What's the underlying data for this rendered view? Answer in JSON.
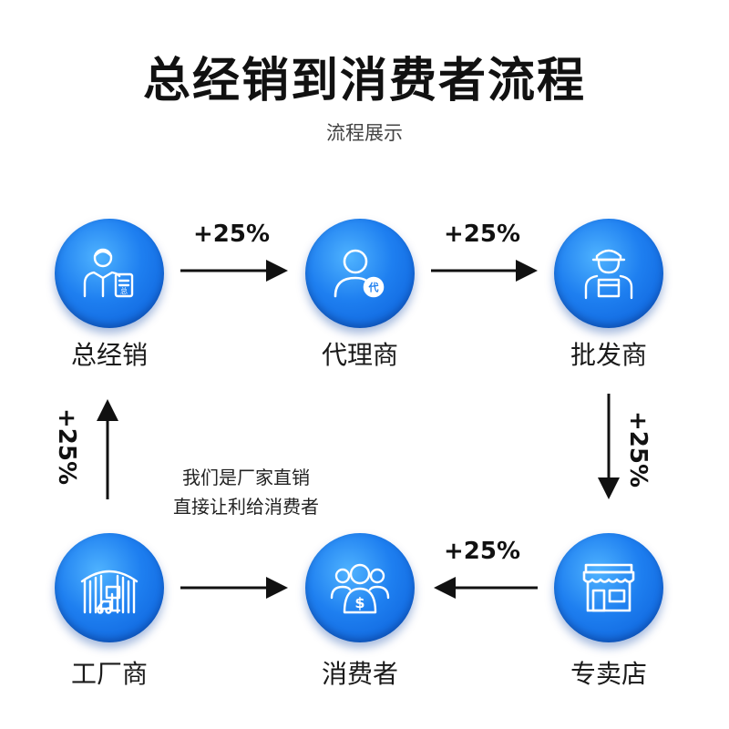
{
  "title": "总经销到消费者流程",
  "subtitle": "流程展示",
  "nodes": {
    "general_distributor": {
      "label": "总经销",
      "icon": "distributor-person-icon"
    },
    "agent": {
      "label": "代理商",
      "icon": "agent-person-icon"
    },
    "wholesaler": {
      "label": "批发商",
      "icon": "delivery-person-icon"
    },
    "retailer": {
      "label": "专卖店",
      "icon": "storefront-icon"
    },
    "consumer": {
      "label": "消费者",
      "icon": "consumer-dollar-icon"
    },
    "factory": {
      "label": "工厂商",
      "icon": "warehouse-forklift-icon"
    }
  },
  "edges": {
    "distributor_to_agent": "+25%",
    "agent_to_wholesaler": "+25%",
    "wholesaler_to_retailer": "+25%",
    "retailer_to_consumer": "+25%",
    "factory_to_distributor": "+25%"
  },
  "note": {
    "line1": "我们是厂家直销",
    "line2": "直接让利给消费者"
  },
  "colors": {
    "node_fill": "#1e7ff0",
    "node_highlight": "#4fb3ff",
    "icon_stroke": "#ffffff",
    "arrow": "#111111"
  }
}
